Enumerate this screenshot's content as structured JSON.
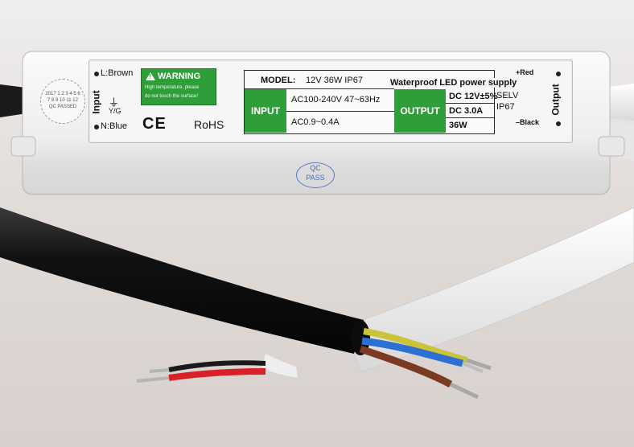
{
  "product": {
    "warning_title": "WARNING",
    "warning_line1": "High temperature, please",
    "warning_line2": "do not touch the surface!",
    "input_side_label": "Input",
    "output_side_label": "Output",
    "l_wire": "L:Brown",
    "n_wire": "N:Blue",
    "ground": "Y/G",
    "ce_mark": "CE",
    "rohs_mark": "RoHS",
    "qc_seal_text": "2017 1 2 3 4 5 6 7 8 9 10 11 12 QC PASSED",
    "model_label": "MODEL:",
    "model_value": "12V 36W IP67",
    "product_type": "Waterproof LED power supply",
    "input_label": "INPUT",
    "input_voltage": "AC100-240V 47~63Hz",
    "input_current": "AC0.9~0.4A",
    "output_label": "OUTPUT",
    "output_voltage": "DC 12V±5%",
    "output_current": "DC 3.0A",
    "output_power": "36W",
    "selv": "SELV",
    "ip_rating": "IP67",
    "plus_red": "+Red",
    "minus_black": "–Black",
    "qc_stamp_top": "QC",
    "qc_stamp_bottom": "PASS"
  },
  "colors": {
    "warning_green": "#2f9e3a",
    "case_white": "#f2f2f2",
    "cable_black": "#161616",
    "wire_red": "#d8202a",
    "wire_blue": "#2d6fd2",
    "wire_brown": "#7a3b22",
    "wire_yellow_green": "#c9c43a"
  }
}
